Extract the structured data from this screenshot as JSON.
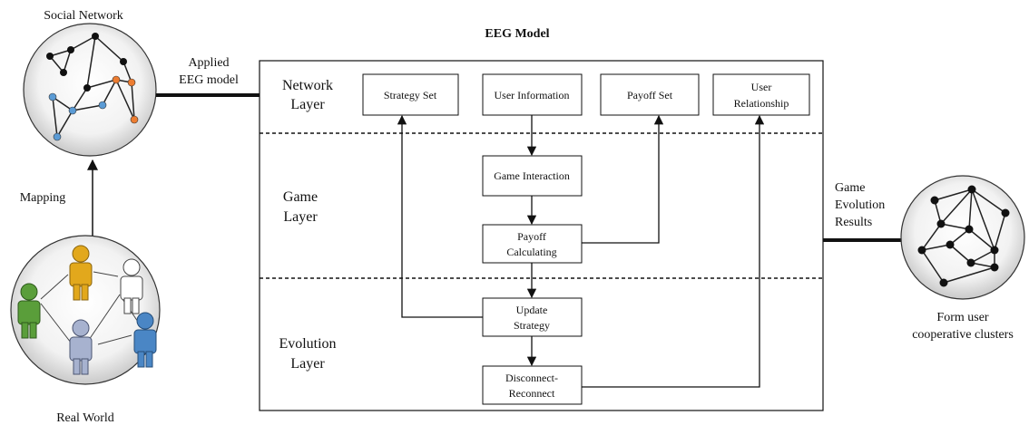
{
  "title": "EEG Model",
  "left": {
    "top_caption": "Social Network",
    "bottom_caption": "Real World",
    "mapping_label": "Mapping",
    "applied_label_1": "Applied",
    "applied_label_2": "EEG model"
  },
  "right": {
    "result_label_1": "Game",
    "result_label_2": "Evolution",
    "result_label_3": "Results",
    "caption_1": "Form user",
    "caption_2": "cooperative clusters"
  },
  "layers": {
    "network_1": "Network",
    "network_2": "Layer",
    "game_1": "Game",
    "game_2": "Layer",
    "evolution_1": "Evolution",
    "evolution_2": "Layer"
  },
  "boxes": {
    "strategy_set": "Strategy Set",
    "user_information": "User Information",
    "payoff_set": "Payoff Set",
    "user_relationship_1": "User",
    "user_relationship_2": "Relationship",
    "game_interaction": "Game Interaction",
    "payoff_calculating_1": "Payoff",
    "payoff_calculating_2": "Calculating",
    "update_strategy_1": "Update",
    "update_strategy_2": "Strategy",
    "disconnect_reconnect_1": "Disconnect-",
    "disconnect_reconnect_2": "Reconnect"
  },
  "colors": {
    "node_dark": "#111111",
    "node_blue": "#5b9bd5",
    "node_orange": "#ed7d31",
    "person_green": "#5a9e3a",
    "person_yellow": "#e2a81c",
    "person_white": "#ffffff",
    "person_lavender": "#a7b2cf",
    "person_blue": "#4a86c5"
  }
}
